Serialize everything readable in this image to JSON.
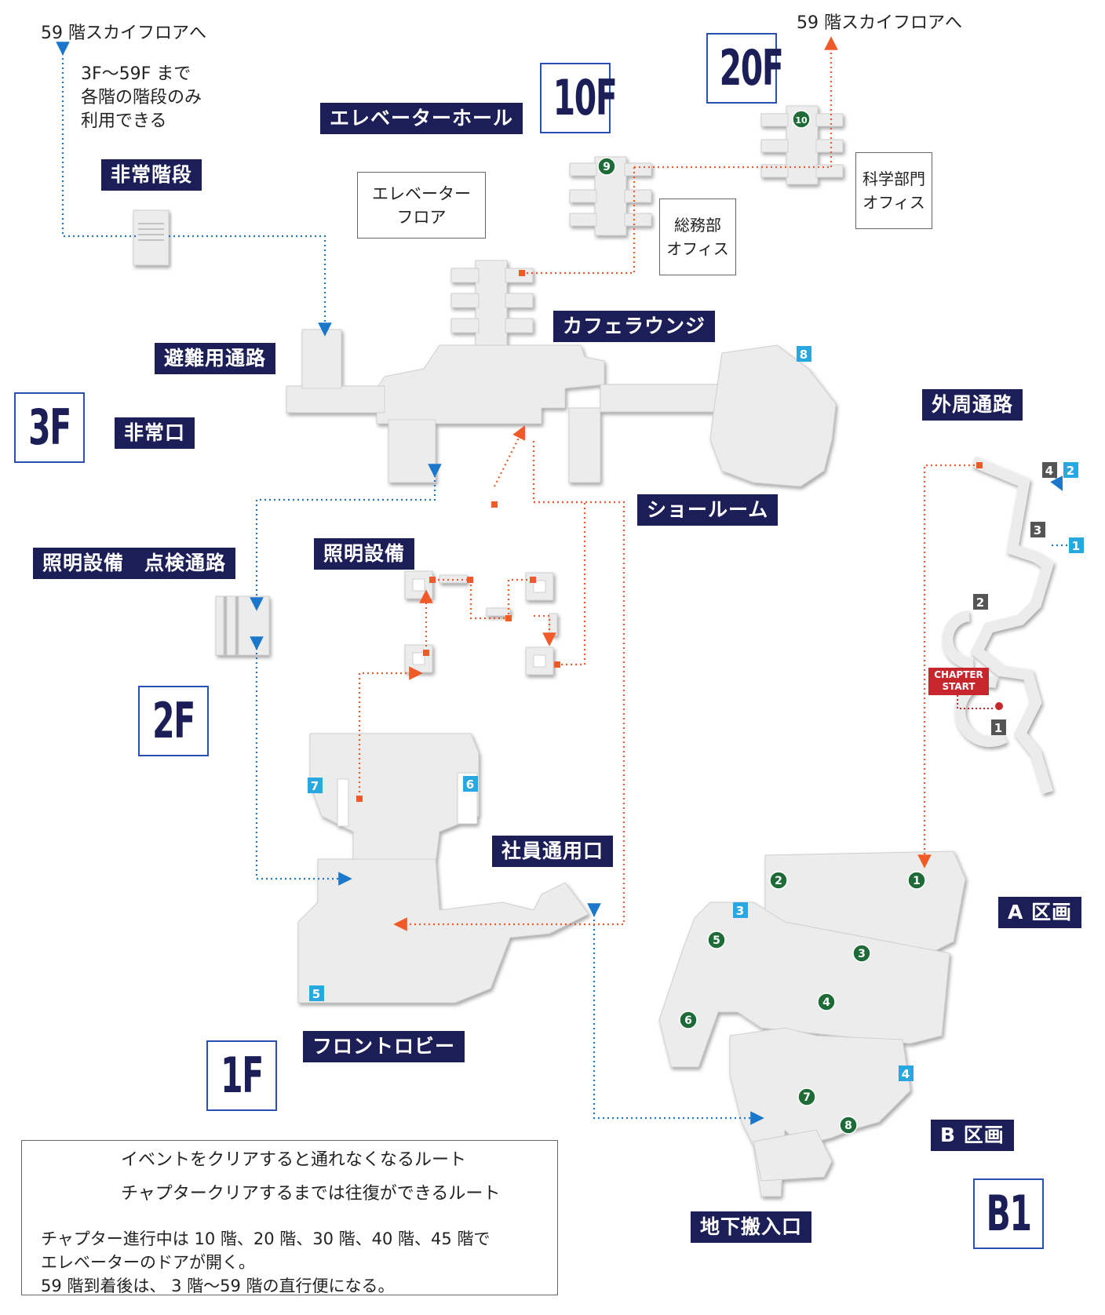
{
  "colors": {
    "label_bg": "#1c1f57",
    "floor_border": "#2b4fb3",
    "route_orange": "#f05a28",
    "route_blue": "#1a77c9",
    "marker_green": "#1e6b37",
    "marker_blue": "#29a8e0",
    "marker_gray": "#555555",
    "chapter_red": "#c8262d",
    "floor_fill": "#ececec"
  },
  "floors": {
    "f3": "3F",
    "f2": "2F",
    "f1": "1F",
    "f10": "10F",
    "f20": "20F",
    "b1": "B1"
  },
  "area_labels": {
    "elevator_hall": "エレベーターホール",
    "emergency_stairs": "非常階段",
    "evacuation_passage": "避難用通路",
    "emergency_exit": "非常口",
    "cafe_lounge": "カフェラウンジ",
    "showroom": "ショールーム",
    "lighting_inspection": "照明設備　点検通路",
    "lighting": "照明設備",
    "staff_entrance": "社員通用口",
    "front_lobby": "フロントロビー",
    "outer_passage": "外周通路",
    "block_a": "A 区画",
    "block_b": "B 区画",
    "basement_entrance": "地下搬入口"
  },
  "room_labels": {
    "elevator_floor_1": "エレベーター",
    "elevator_floor_2": "フロア",
    "general_affairs_1": "総務部",
    "general_affairs_2": "オフィス",
    "science_dept_1": "科学部門",
    "science_dept_2": "オフィス"
  },
  "notes": {
    "to_59_left": "59 階スカイフロアへ",
    "to_59_right": "59 階スカイフロアへ",
    "stairs_note_1": "3F〜59F まで",
    "stairs_note_2": "各階の階段のみ",
    "stairs_note_3": "利用できる"
  },
  "chapter_start": {
    "line1": "CHAPTER",
    "line2": "START"
  },
  "markers": {
    "green": [
      "1",
      "2",
      "3",
      "4",
      "5",
      "6",
      "7",
      "8",
      "9",
      "10"
    ],
    "blue": [
      "1",
      "2",
      "3",
      "4",
      "5",
      "6",
      "7",
      "8"
    ],
    "gray": [
      "1",
      "2",
      "3",
      "4"
    ]
  },
  "legend": {
    "orange_route": "イベントをクリアすると通れなくなるルート",
    "blue_route": "チャプタークリアするまでは往復ができるルート",
    "note_1": "チャプター進行中は 10 階、20 階、30 階、40 階、45 階で",
    "note_2": "エレベーターのドアが開く。",
    "note_3": "59 階到着後は、 3 階〜59 階の直行便になる。"
  }
}
